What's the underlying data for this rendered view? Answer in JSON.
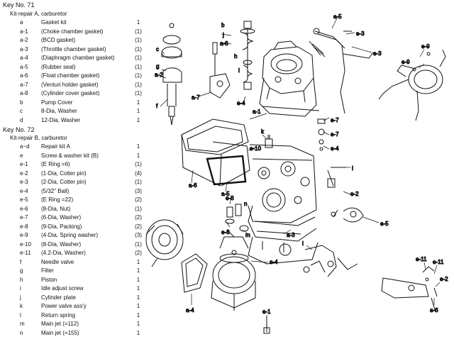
{
  "key71": {
    "title": "Key No. 71",
    "kit": "Kit-repair A, carburetor",
    "items": [
      {
        "code": "a",
        "desc": "Gasket kit",
        "qty": "1"
      },
      {
        "code": "a-1",
        "desc": "(Choke chamber gasket)",
        "qty": "(1)"
      },
      {
        "code": "a-2",
        "desc": "(BCD gasket)",
        "qty": "(1)"
      },
      {
        "code": "a-3",
        "desc": "(Throttle chamber gasket)",
        "qty": "(1)"
      },
      {
        "code": "a-4",
        "desc": "(Diaphragm chamber gasket)",
        "qty": "(1)"
      },
      {
        "code": "a-5",
        "desc": "(Rubber seal)",
        "qty": "(1)"
      },
      {
        "code": "a-6",
        "desc": "(Float chamber gasket)",
        "qty": "(1)"
      },
      {
        "code": "a-7",
        "desc": "(Venturi holder gasket)",
        "qty": "(1)"
      },
      {
        "code": "a-8",
        "desc": "(Cylinder cover gasket)",
        "qty": "(1)"
      },
      {
        "code": "b",
        "desc": "Pump Cover",
        "qty": "1"
      },
      {
        "code": "c",
        "desc": "8-Dia, Washer",
        "qty": "1"
      },
      {
        "code": "d",
        "desc": "12-Dia, Washer",
        "qty": "1"
      }
    ]
  },
  "key72": {
    "title": "Key No. 72",
    "kit": "Kit-repair B, carburetor",
    "items": [
      {
        "code": "a~d",
        "desc": "Repair kit A",
        "qty": "1"
      },
      {
        "code": "e",
        "desc": "Screw & washer kit (B)",
        "qty": "1"
      },
      {
        "code": "e-1",
        "desc": "(E Ring =6)",
        "qty": "(1)"
      },
      {
        "code": "e-2",
        "desc": "(1-Dia, Cotter pin)",
        "qty": "(4)"
      },
      {
        "code": "e-3",
        "desc": "(2-Dia, Cotter pin)",
        "qty": "(1)"
      },
      {
        "code": "e-4",
        "desc": "(5/32\" Ball)",
        "qty": "(3)"
      },
      {
        "code": "e-5",
        "desc": "(E Ring =22)",
        "qty": "(2)"
      },
      {
        "code": "e-6",
        "desc": "(8-Dia, Nut)",
        "qty": "(1)"
      },
      {
        "code": "e-7",
        "desc": "(6-Dia, Washer)",
        "qty": "(2)"
      },
      {
        "code": "e-8",
        "desc": "(9-Dia, Packing)",
        "qty": "(2)"
      },
      {
        "code": "e-9",
        "desc": "(4-Dia, Spring washer)",
        "qty": "(3)"
      },
      {
        "code": "e-10",
        "desc": "(8-Dia, Washer)",
        "qty": "(1)"
      },
      {
        "code": "e-11",
        "desc": "(4.2-Dia, Washer)",
        "qty": "(2)"
      },
      {
        "code": "f",
        "desc": "Needle valve",
        "qty": "1"
      },
      {
        "code": "g",
        "desc": "Filter",
        "qty": "1"
      },
      {
        "code": "h",
        "desc": "Piston",
        "qty": "1"
      },
      {
        "code": "i",
        "desc": "Idle adjust screw",
        "qty": "1"
      },
      {
        "code": "j",
        "desc": "Cylinder plate",
        "qty": "1"
      },
      {
        "code": "k",
        "desc": "Power valve ass'y",
        "qty": "1"
      },
      {
        "code": "l",
        "desc": "Return spring",
        "qty": "1"
      },
      {
        "code": "m",
        "desc": "Main jet (=112)",
        "qty": "1"
      },
      {
        "code": "n",
        "desc": "Main jet (=155)",
        "qty": "1"
      }
    ]
  },
  "callouts": {
    "e5": "e-5",
    "e3a": "e-3",
    "e3b": "e-3",
    "e9a": "e-9",
    "e9b": "e-9",
    "b": "b",
    "j": "j",
    "a8": "a-8",
    "h": "h",
    "c": "c",
    "g": "g",
    "a2": "a-2",
    "i_top": "i",
    "f": "f",
    "a7": "a-7",
    "e4a": "e-4",
    "a1": "a-1",
    "e7a": "e-7",
    "e7b": "e-7",
    "e4b": "e-4",
    "k": "k",
    "e10": "e-10",
    "a6": "a-6",
    "a5": "a-5",
    "i_right": "i",
    "e8a": "e-8",
    "n": "n",
    "e8b": "e-8",
    "m": "m",
    "e2a": "e-2",
    "e5b": "e-5",
    "a3": "a-3",
    "l": "l",
    "e4c": "e-4",
    "a4": "a-4",
    "e11a": "e-11",
    "e11b": "e-11",
    "e2b": "e-2",
    "e6": "e-6",
    "e1": "e-1"
  }
}
